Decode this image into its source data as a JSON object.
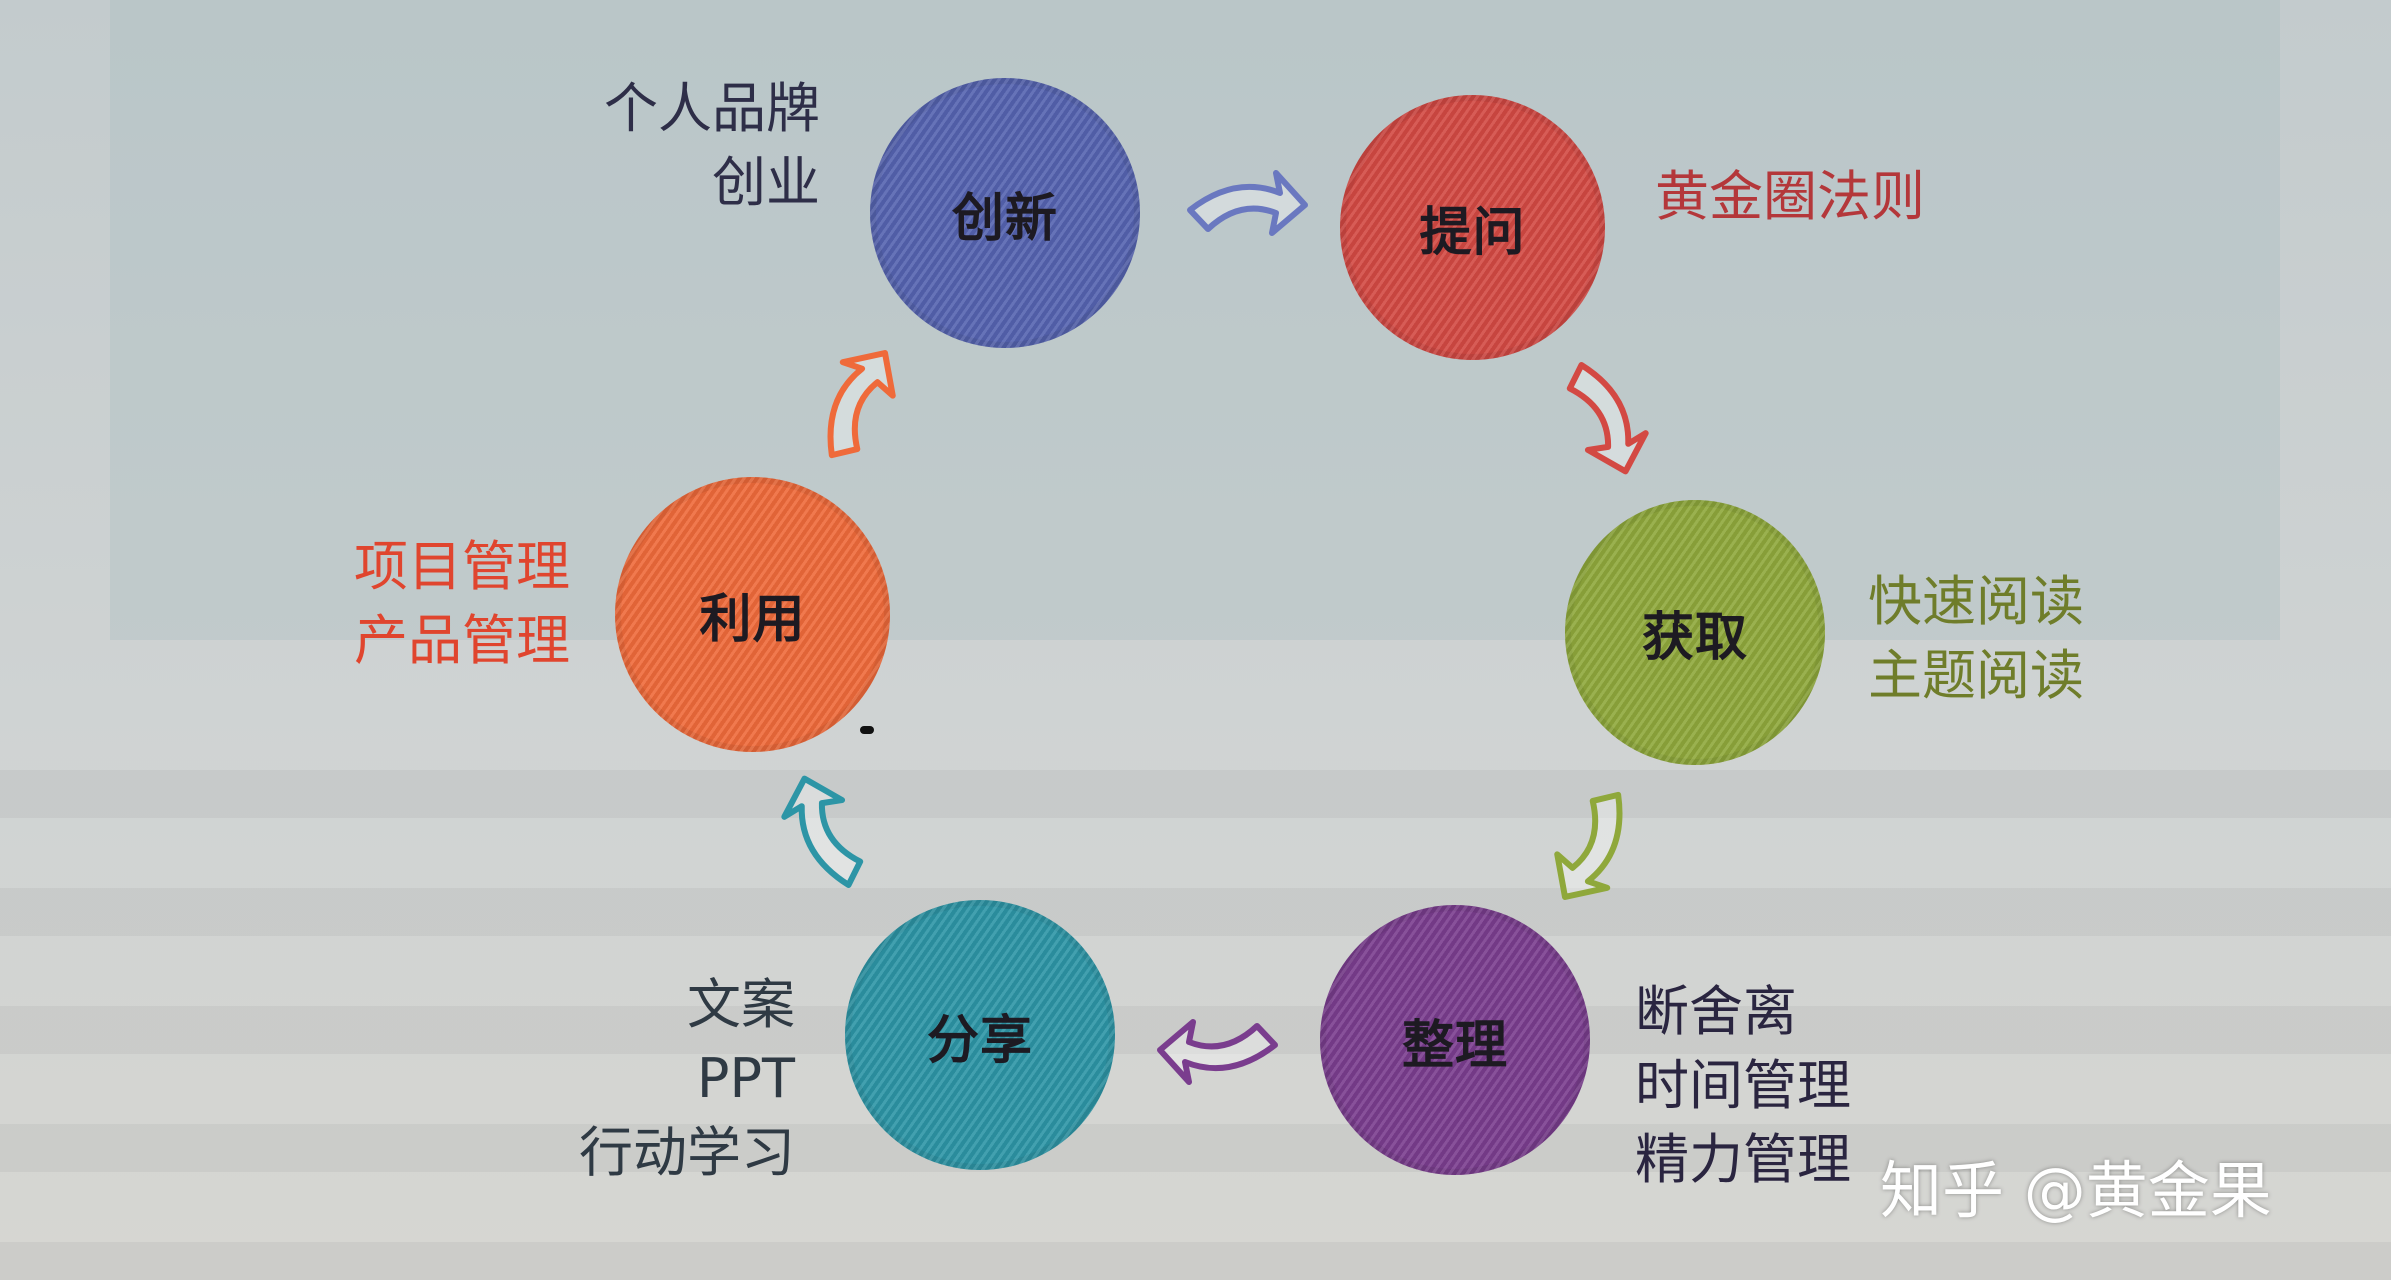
{
  "nodes": {
    "innovate": {
      "label": "创新",
      "color": "#5563b0"
    },
    "ask": {
      "label": "提问",
      "color": "#d34943"
    },
    "acquire": {
      "label": "获取",
      "color": "#8fa83b"
    },
    "organize": {
      "label": "整理",
      "color": "#7a3d8e"
    },
    "share": {
      "label": "分享",
      "color": "#2d95a6"
    },
    "utilize": {
      "label": "利用",
      "color": "#ef6a3a"
    }
  },
  "notes": {
    "innovate": {
      "lines": [
        "个人品牌",
        "创业"
      ],
      "color": "#2e2e48"
    },
    "ask": {
      "lines": [
        "黄金圈法则"
      ],
      "color": "#b4373a"
    },
    "acquire": {
      "lines": [
        "快速阅读",
        "主题阅读"
      ],
      "color": "#6f7d2a"
    },
    "organize": {
      "lines": [
        "断舍离",
        "时间管理",
        "精力管理"
      ],
      "color": "#2a2540"
    },
    "share": {
      "lines": [
        "文案",
        "PPT",
        "行动学习"
      ],
      "color": "#2f3a44"
    },
    "utilize": {
      "lines": [
        "项目管理",
        "产品管理"
      ],
      "color": "#e0452e"
    }
  },
  "arrows": [
    {
      "name": "arrow-innovate-ask",
      "color": "#6a78c0"
    },
    {
      "name": "arrow-ask-acquire",
      "color": "#d34943"
    },
    {
      "name": "arrow-acquire-organize",
      "color": "#8fa83b"
    },
    {
      "name": "arrow-organize-share",
      "color": "#7a3d8e"
    },
    {
      "name": "arrow-share-utilize",
      "color": "#2d95a6"
    },
    {
      "name": "arrow-utilize-innovate",
      "color": "#ef6a3a"
    }
  ],
  "watermark": "知乎 @黄金果"
}
